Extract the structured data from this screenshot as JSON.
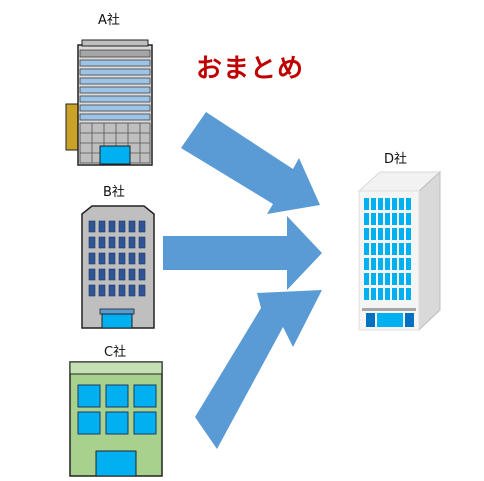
{
  "title": "おまとめ",
  "companies": {
    "a": "A社",
    "b": "B社",
    "c": "C社",
    "d": "D社"
  },
  "colors": {
    "title": "#c00000",
    "arrow": "#5b9bd5",
    "window_blue": "#00b0f0",
    "building_c": "#a9d18e",
    "building_b": "#bfbfbf",
    "stripe": "#9dc3e6",
    "side_panel": "#c9a227"
  }
}
